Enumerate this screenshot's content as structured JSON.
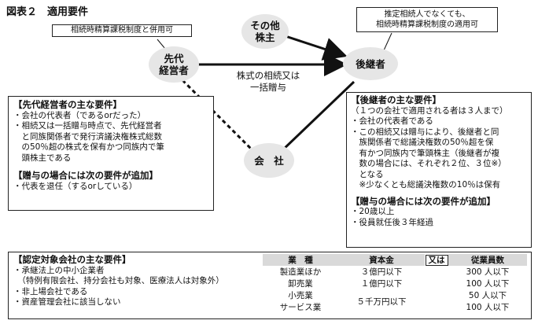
{
  "title": "図表２　適用要件",
  "notes": {
    "left": "相続時精算課税制度と併用可",
    "right_lines": [
      "推定相続人でなくても、",
      "相続時精算課税制度の適用可"
    ]
  },
  "nodes": {
    "predecessor": "先代\n経営者",
    "other_holders": "その他\n株主",
    "successor": "後継者",
    "company": "会　社"
  },
  "transfer_label": [
    "株式の相続又は",
    "一括贈与"
  ],
  "predecessor_box": {
    "heading": "【先代経営者の主な要件】",
    "lines": [
      "・会社の代表者（であるorだった）",
      "・相続又は一括贈与時点で、先代経営者",
      "　と同族関係者で発行済議決権株式総数",
      "　の50％超の株式を保有かつ同族内で筆",
      "　頭株主である"
    ],
    "gift_heading": "【贈与の場合には次の要件が追加】",
    "gift_lines": [
      "・代表を退任（するorしている）"
    ]
  },
  "successor_box": {
    "heading": "【後継者の主な要件】",
    "lines": [
      "（１つの会社で適用される者は３人まで）",
      "・会社の代表者である",
      "・この相続又は贈与により、後継者と同",
      "　族関係者で総議決権数の50％超を保",
      "　有かつ同族内で筆頭株主（後継者が複",
      "　数の場合には、それぞれ２位、３位※）",
      "　となる",
      "　※少なくとも総議決権数の10％は保有"
    ],
    "gift_heading": "【贈与の場合には次の要件が追加】",
    "gift_lines": [
      "・20歳以上",
      "・役員就任後３年経過"
    ]
  },
  "company_box": {
    "heading": "【認定対象会社の主な要件】",
    "lines": [
      "・承継法上の中小企業者",
      "　（特例有限会社、持分会社も対象、医療法人は対象外）",
      "・非上場会社である",
      "・資産管理会社に該当しない"
    ],
    "table": {
      "headers": [
        "業　種",
        "資本金",
        "又は",
        "従業員数"
      ],
      "rows": [
        [
          "製造業ほか",
          "３億円以下",
          "300 人以下"
        ],
        [
          "卸売業",
          "１億円以下",
          "100 人以下"
        ],
        [
          "小売業",
          "５千万円以下",
          "50 人以下"
        ],
        [
          "サービス業",
          "",
          "100 人以下"
        ]
      ]
    }
  }
}
